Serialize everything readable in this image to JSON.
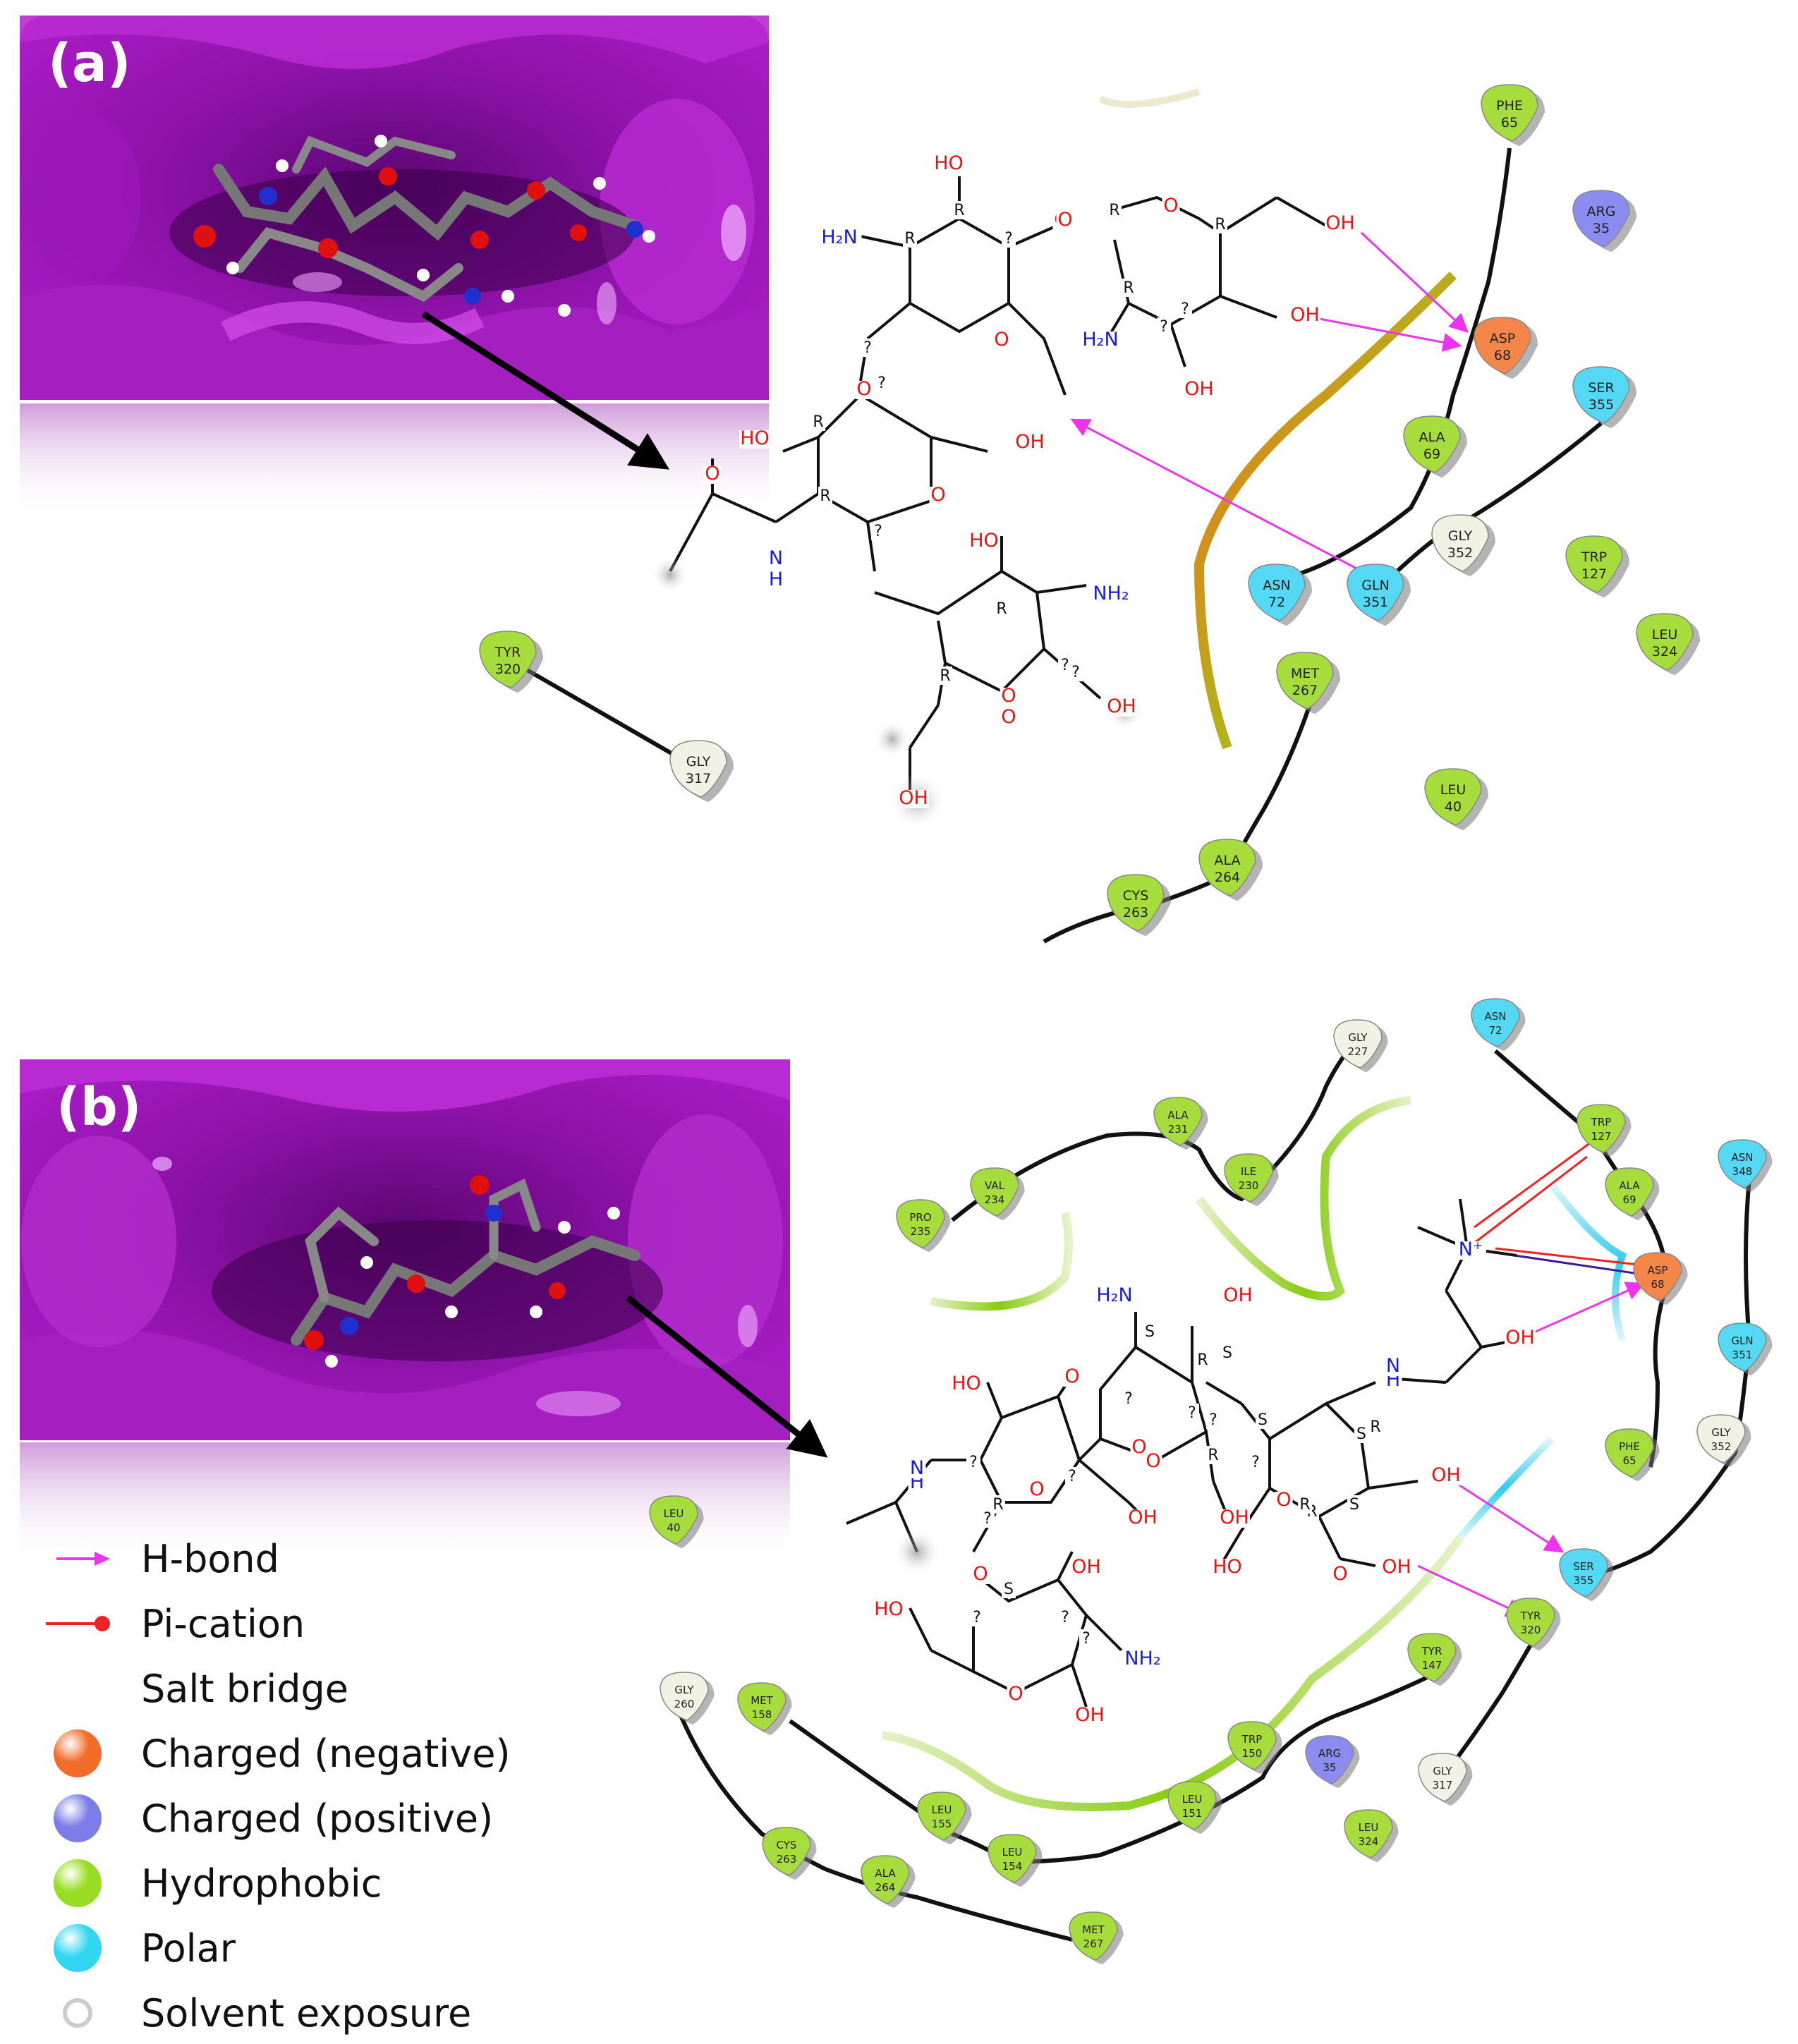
{
  "panels": [
    {
      "label": "(a)"
    },
    {
      "label": "(b)"
    }
  ],
  "legend": [
    {
      "label": "H-bond",
      "kind": "arrow",
      "color": "#ee33ee"
    },
    {
      "label": "Pi-cation",
      "kind": "dotline",
      "color": "#ee2222"
    },
    {
      "label": "Salt bridge",
      "kind": "gradline",
      "color": "#cc1133"
    },
    {
      "label": "Charged (negative)",
      "kind": "ball",
      "color": "#f26c2a"
    },
    {
      "label": "Charged (positive)",
      "kind": "ball",
      "color": "#7d7de8"
    },
    {
      "label": "Hydrophobic",
      "kind": "ball",
      "color": "#99dd22"
    },
    {
      "label": "Polar",
      "kind": "ball",
      "color": "#33d6f0"
    },
    {
      "label": "Solvent exposure",
      "kind": "ring",
      "color": "#cccccc"
    }
  ],
  "colors": {
    "negative": "#f4864a",
    "positive": "#8b8cf0",
    "hydrophobic": "#a6dc3c",
    "polar": "#55d8f4",
    "glycine": "#f2f2e4",
    "hbond": "#ee33ee",
    "surface": "#a418c0",
    "oxygen": "#ee1111",
    "nitrogen": "#1a1adc"
  },
  "residues": {
    "a": [
      {
        "name": "PHE",
        "num": "65",
        "type": "hydrophobic"
      },
      {
        "name": "ARG",
        "num": "35",
        "type": "positive"
      },
      {
        "name": "ASP",
        "num": "68",
        "type": "negative"
      },
      {
        "name": "SER",
        "num": "355",
        "type": "polar"
      },
      {
        "name": "ALA",
        "num": "69",
        "type": "hydrophobic"
      },
      {
        "name": "GLY",
        "num": "352",
        "type": "glycine"
      },
      {
        "name": "TRP",
        "num": "127",
        "type": "hydrophobic"
      },
      {
        "name": "ASN",
        "num": "72",
        "type": "polar"
      },
      {
        "name": "GLN",
        "num": "351",
        "type": "polar"
      },
      {
        "name": "LEU",
        "num": "324",
        "type": "hydrophobic"
      },
      {
        "name": "MET",
        "num": "267",
        "type": "hydrophobic"
      },
      {
        "name": "LEU",
        "num": "40",
        "type": "hydrophobic"
      },
      {
        "name": "ALA",
        "num": "264",
        "type": "hydrophobic"
      },
      {
        "name": "CYS",
        "num": "263",
        "type": "hydrophobic"
      },
      {
        "name": "TYR",
        "num": "320",
        "type": "hydrophobic"
      },
      {
        "name": "GLY",
        "num": "317",
        "type": "glycine"
      }
    ],
    "b": [
      {
        "name": "GLY",
        "num": "227",
        "type": "glycine"
      },
      {
        "name": "ASN",
        "num": "72",
        "type": "polar"
      },
      {
        "name": "TRP",
        "num": "127",
        "type": "hydrophobic"
      },
      {
        "name": "ALA",
        "num": "231",
        "type": "hydrophobic"
      },
      {
        "name": "ILE",
        "num": "230",
        "type": "hydrophobic"
      },
      {
        "name": "VAL",
        "num": "234",
        "type": "hydrophobic"
      },
      {
        "name": "PRO",
        "num": "235",
        "type": "hydrophobic"
      },
      {
        "name": "ALA",
        "num": "69",
        "type": "hydrophobic"
      },
      {
        "name": "ASN",
        "num": "348",
        "type": "polar"
      },
      {
        "name": "ASP",
        "num": "68",
        "type": "negative"
      },
      {
        "name": "GLN",
        "num": "351",
        "type": "polar"
      },
      {
        "name": "PHE",
        "num": "65",
        "type": "hydrophobic"
      },
      {
        "name": "GLY",
        "num": "352",
        "type": "glycine"
      },
      {
        "name": "SER",
        "num": "355",
        "type": "polar"
      },
      {
        "name": "TYR",
        "num": "320",
        "type": "hydrophobic"
      },
      {
        "name": "LEU",
        "num": "40",
        "type": "hydrophobic"
      },
      {
        "name": "TYR",
        "num": "147",
        "type": "hydrophobic"
      },
      {
        "name": "GLY",
        "num": "260",
        "type": "glycine"
      },
      {
        "name": "MET",
        "num": "158",
        "type": "hydrophobic"
      },
      {
        "name": "TRP",
        "num": "150",
        "type": "hydrophobic"
      },
      {
        "name": "ARG",
        "num": "35",
        "type": "positive"
      },
      {
        "name": "GLY",
        "num": "317",
        "type": "glycine"
      },
      {
        "name": "LEU",
        "num": "155",
        "type": "hydrophobic"
      },
      {
        "name": "LEU",
        "num": "151",
        "type": "hydrophobic"
      },
      {
        "name": "LEU",
        "num": "324",
        "type": "hydrophobic"
      },
      {
        "name": "CYS",
        "num": "263",
        "type": "hydrophobic"
      },
      {
        "name": "LEU",
        "num": "154",
        "type": "hydrophobic"
      },
      {
        "name": "ALA",
        "num": "264",
        "type": "hydrophobic"
      },
      {
        "name": "MET",
        "num": "267",
        "type": "hydrophobic"
      }
    ]
  },
  "atoms": {
    "a": [
      {
        "t": "HO",
        "c": "o"
      },
      {
        "t": "R",
        "c": "k"
      },
      {
        "t": "O",
        "c": "o"
      },
      {
        "t": "R",
        "c": "k"
      },
      {
        "t": "OH",
        "c": "o"
      },
      {
        "t": "H₂N",
        "c": "n"
      },
      {
        "t": "R",
        "c": "k"
      },
      {
        "t": "?",
        "c": "k"
      },
      {
        "t": "O",
        "c": "o"
      },
      {
        "t": "R",
        "c": "k"
      },
      {
        "t": "O",
        "c": "o"
      },
      {
        "t": "R",
        "c": "k"
      },
      {
        "t": "OH",
        "c": "o"
      },
      {
        "t": "R",
        "c": "k"
      },
      {
        "t": "?",
        "c": "k"
      },
      {
        "t": "H₂N",
        "c": "n"
      },
      {
        "t": "?",
        "c": "k"
      },
      {
        "t": "OH",
        "c": "o"
      },
      {
        "t": "O",
        "c": "o"
      },
      {
        "t": "?",
        "c": "k"
      },
      {
        "t": "O",
        "c": "o"
      },
      {
        "t": "?",
        "c": "k"
      },
      {
        "t": "HO",
        "c": "o"
      },
      {
        "t": "R",
        "c": "k"
      },
      {
        "t": "OH",
        "c": "o"
      },
      {
        "t": "O",
        "c": "o"
      },
      {
        "t": "R",
        "c": "k"
      },
      {
        "t": "O",
        "c": "o"
      },
      {
        "t": "?",
        "c": "k"
      },
      {
        "t": "N",
        "c": "n"
      },
      {
        "t": "H",
        "c": "n"
      },
      {
        "t": "HO",
        "c": "o"
      },
      {
        "t": "R",
        "c": "k"
      },
      {
        "t": "NH₂",
        "c": "n"
      },
      {
        "t": "O",
        "c": "o"
      },
      {
        "t": "?",
        "c": "k"
      },
      {
        "t": "R",
        "c": "k"
      },
      {
        "t": "?",
        "c": "k"
      },
      {
        "t": "OH",
        "c": "o"
      },
      {
        "t": "O",
        "c": "o"
      },
      {
        "t": "OH",
        "c": "o"
      }
    ],
    "b": [
      {
        "t": "N⁺",
        "c": "n"
      },
      {
        "t": "H₂N",
        "c": "n"
      },
      {
        "t": "OH",
        "c": "o"
      },
      {
        "t": "S",
        "c": "k"
      },
      {
        "t": "R",
        "c": "k"
      },
      {
        "t": "S",
        "c": "k"
      },
      {
        "t": "OH",
        "c": "o"
      },
      {
        "t": "HO",
        "c": "o"
      },
      {
        "t": "O",
        "c": "o"
      },
      {
        "t": "?",
        "c": "k"
      },
      {
        "t": "?",
        "c": "k"
      },
      {
        "t": "O",
        "c": "o"
      },
      {
        "t": "H",
        "c": "n"
      },
      {
        "t": "N",
        "c": "n"
      },
      {
        "t": "R",
        "c": "k"
      },
      {
        "t": "S",
        "c": "k"
      },
      {
        "t": "S",
        "c": "k"
      },
      {
        "t": "?",
        "c": "k"
      },
      {
        "t": "R",
        "c": "k"
      },
      {
        "t": "?",
        "c": "k"
      },
      {
        "t": "O",
        "c": "o"
      },
      {
        "t": "?",
        "c": "k"
      },
      {
        "t": "R",
        "c": "k"
      },
      {
        "t": "?",
        "c": "k"
      },
      {
        "t": "OH",
        "c": "o"
      },
      {
        "t": "H",
        "c": "n"
      },
      {
        "t": "N",
        "c": "n"
      },
      {
        "t": "?",
        "c": "k"
      },
      {
        "t": "O",
        "c": "o"
      },
      {
        "t": "R",
        "c": "k"
      },
      {
        "t": "OH",
        "c": "o"
      },
      {
        "t": "OH",
        "c": "o"
      },
      {
        "t": "O",
        "c": "o"
      },
      {
        "t": "O",
        "c": "o"
      },
      {
        "t": "R",
        "c": "k"
      },
      {
        "t": "S",
        "c": "k"
      },
      {
        "t": "HO",
        "c": "o"
      },
      {
        "t": "OH",
        "c": "o"
      },
      {
        "t": "O",
        "c": "o"
      },
      {
        "t": "S",
        "c": "k"
      },
      {
        "t": "OH",
        "c": "o"
      },
      {
        "t": "?",
        "c": "k"
      },
      {
        "t": "HO",
        "c": "o"
      },
      {
        "t": "?",
        "c": "k"
      },
      {
        "t": "?",
        "c": "k"
      },
      {
        "t": "NH₂",
        "c": "n"
      },
      {
        "t": "O",
        "c": "o"
      },
      {
        "t": "OH",
        "c": "o"
      }
    ]
  }
}
